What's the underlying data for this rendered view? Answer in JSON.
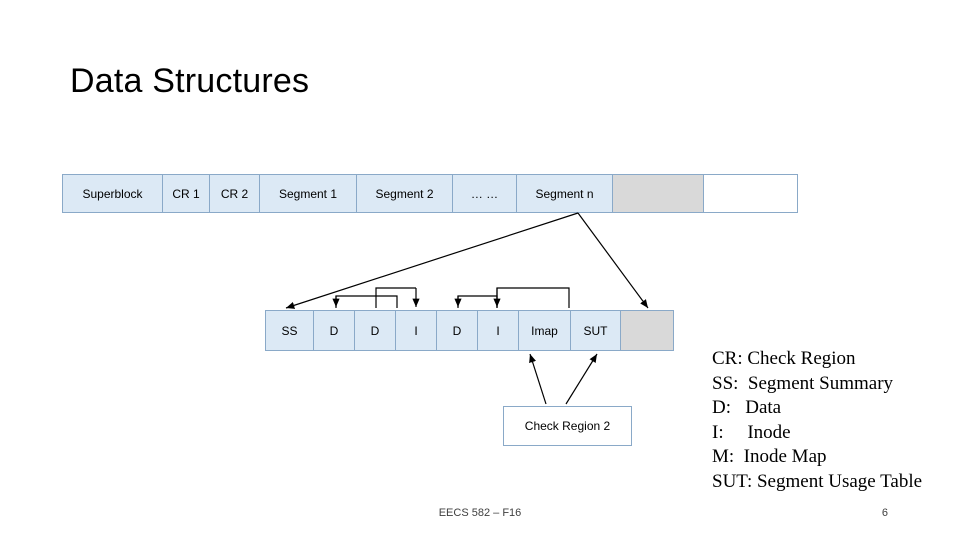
{
  "slide": {
    "title": "Data Structures",
    "footer_center": "EECS 582 – F16",
    "page_number": "6"
  },
  "disk_strip": {
    "cells": [
      {
        "label": "Superblock",
        "width": 100,
        "style": "blue"
      },
      {
        "label": "CR 1",
        "width": 47,
        "style": "blue"
      },
      {
        "label": "CR 2",
        "width": 50,
        "style": "blue"
      },
      {
        "label": "Segment 1",
        "width": 97,
        "style": "blue"
      },
      {
        "label": "Segment 2",
        "width": 96,
        "style": "blue"
      },
      {
        "label": "… …",
        "width": 64,
        "style": "blue"
      },
      {
        "label": "Segment n",
        "width": 96,
        "style": "blue"
      },
      {
        "label": "",
        "width": 91,
        "style": "gray"
      },
      {
        "label": "",
        "width": 93,
        "style": "white"
      }
    ]
  },
  "segment_strip": {
    "cells": [
      {
        "label": "SS",
        "width": 48,
        "style": "blue"
      },
      {
        "label": "D",
        "width": 41,
        "style": "blue"
      },
      {
        "label": "D",
        "width": 41,
        "style": "blue"
      },
      {
        "label": "I",
        "width": 41,
        "style": "blue"
      },
      {
        "label": "D",
        "width": 41,
        "style": "blue"
      },
      {
        "label": "I",
        "width": 41,
        "style": "blue"
      },
      {
        "label": "Imap",
        "width": 52,
        "style": "blue"
      },
      {
        "label": "SUT",
        "width": 50,
        "style": "blue"
      },
      {
        "label": "",
        "width": 52,
        "style": "gray"
      }
    ]
  },
  "check_region_box": {
    "label": "Check Region 2"
  },
  "legend": {
    "lines": [
      "CR: Check Region",
      "SS:  Segment Summary",
      "D:   Data",
      "I:     Inode",
      "M:  Inode Map",
      "SUT: Segment Usage Table"
    ]
  },
  "colors": {
    "cell_fill": "#dce9f5",
    "cell_border": "#8aa9c8",
    "gray_fill": "#d9d9d9",
    "text": "#000000"
  }
}
